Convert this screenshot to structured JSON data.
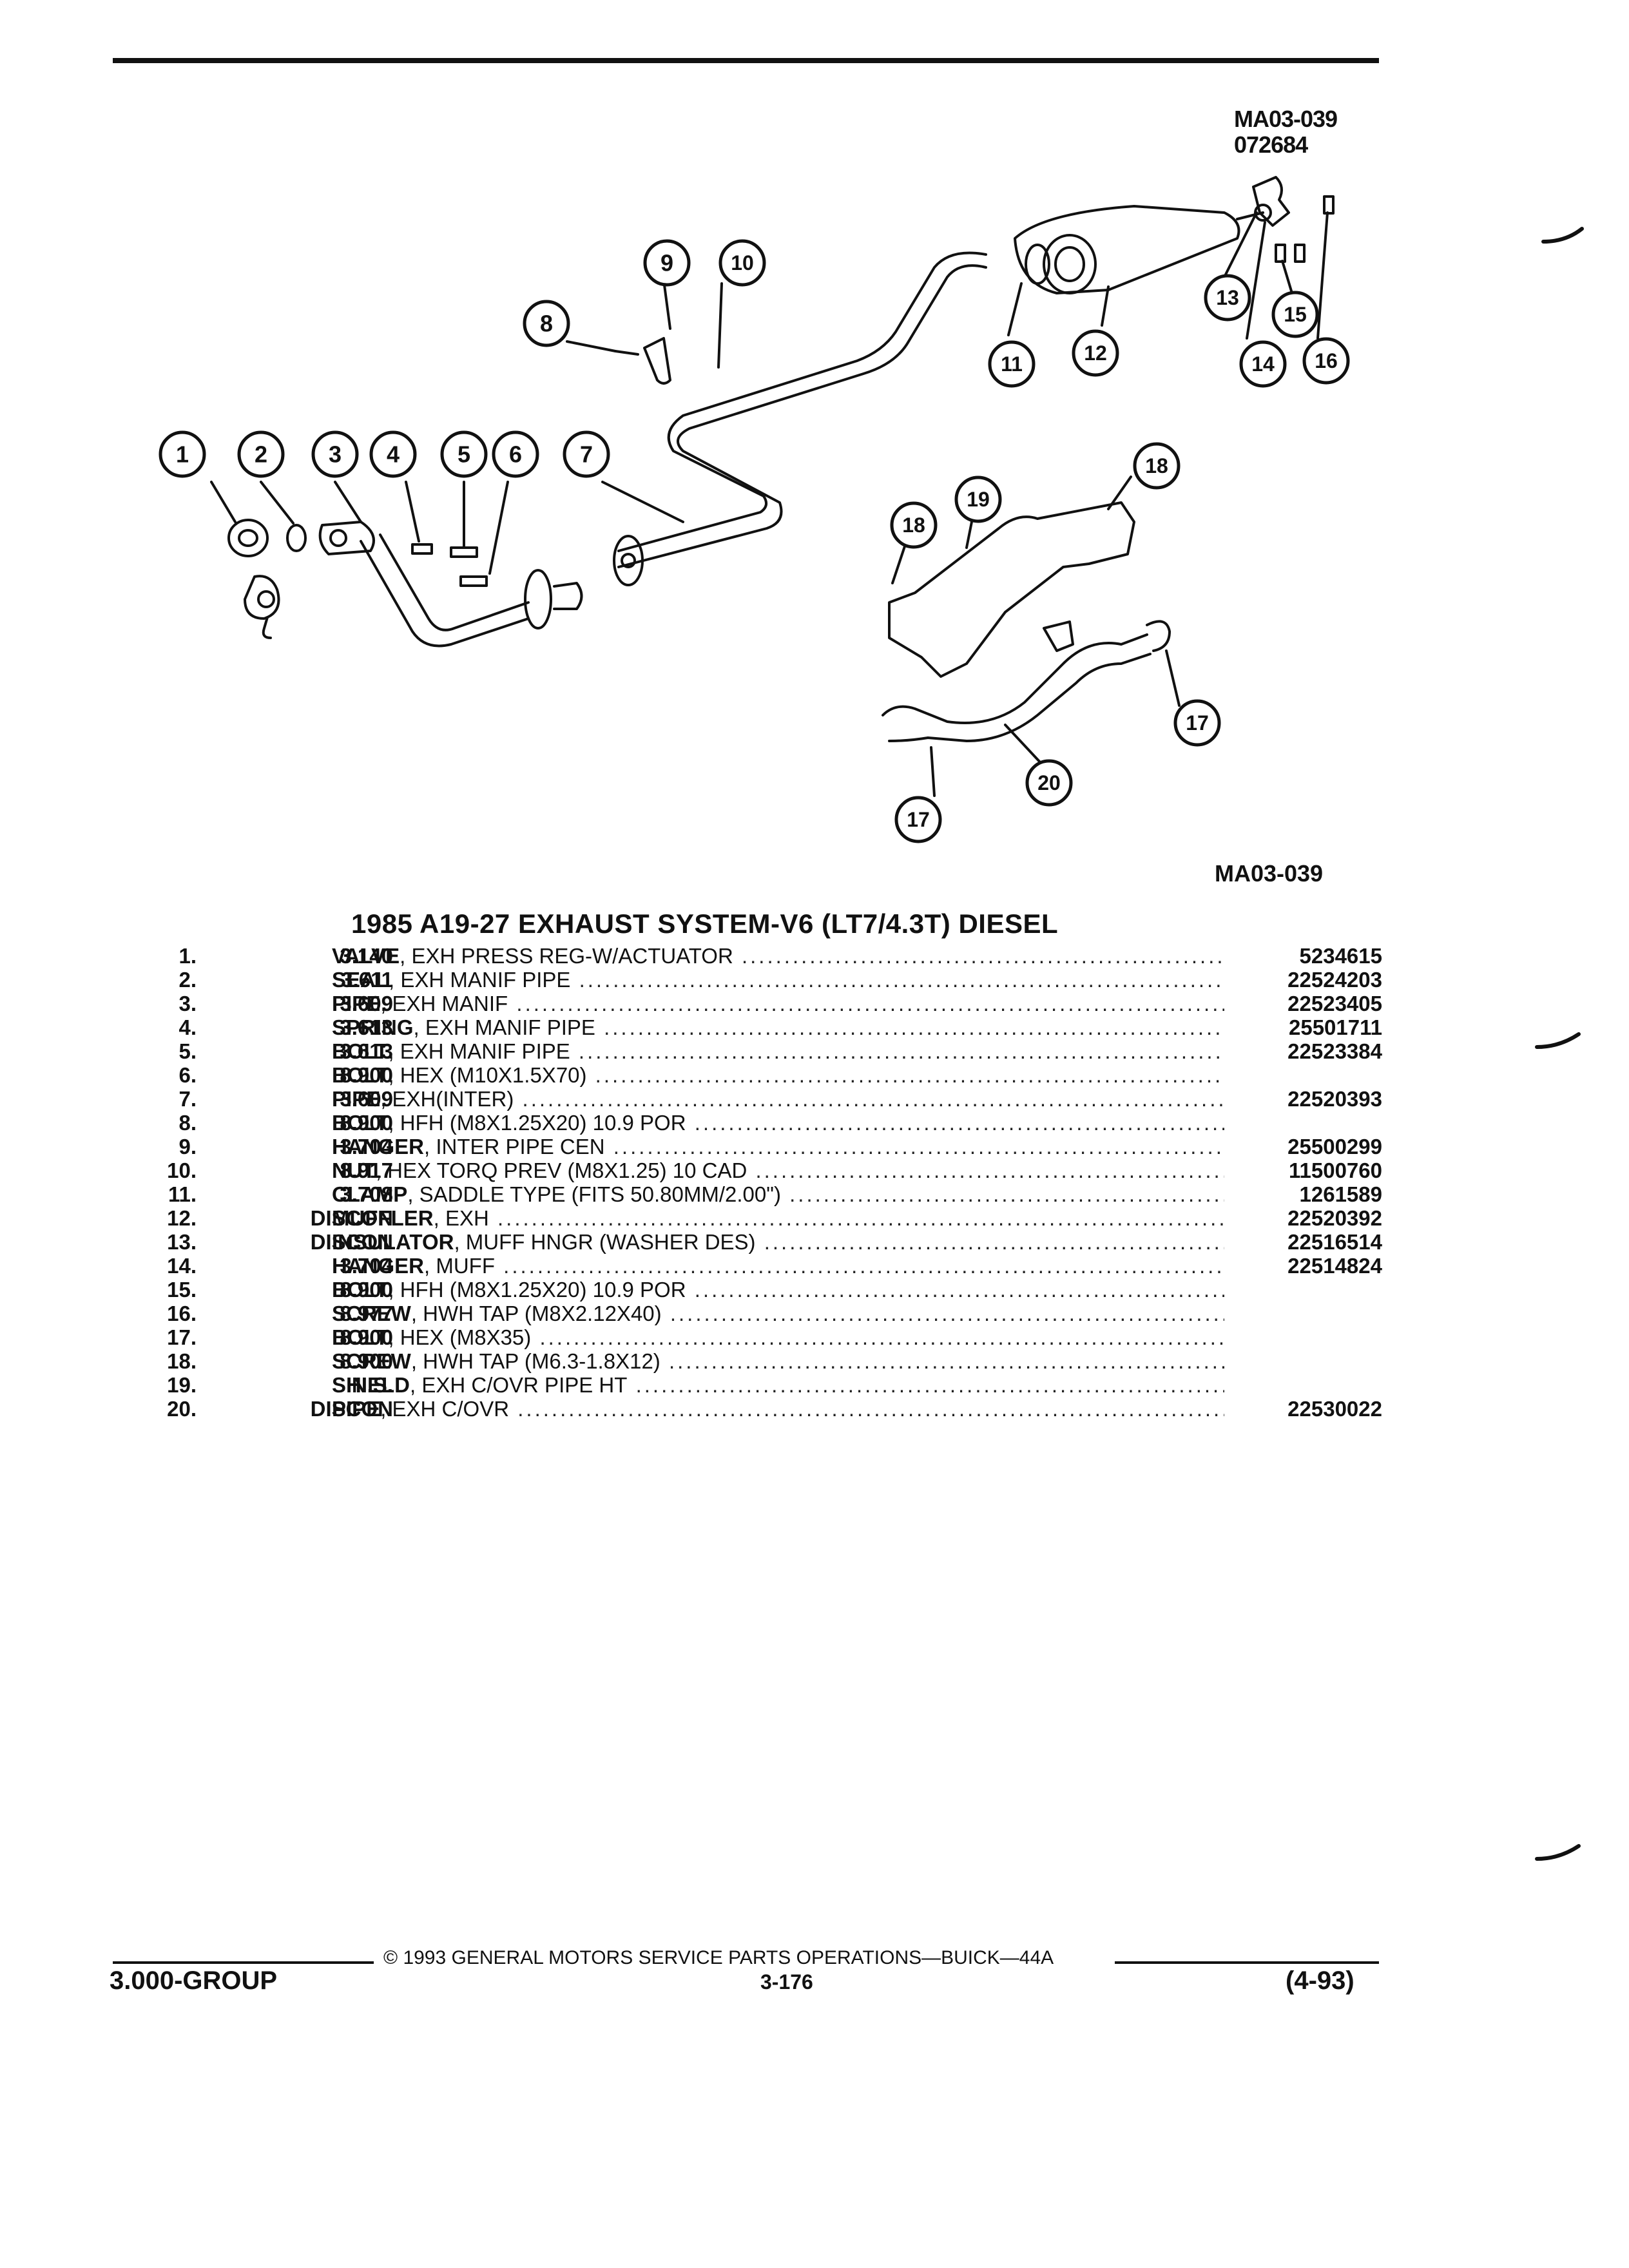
{
  "diagram": {
    "code_top": "MA03-039",
    "date_code": "072684",
    "code_bottom": "MA03-039",
    "callouts": [
      "1",
      "2",
      "3",
      "4",
      "5",
      "6",
      "7",
      "8",
      "9",
      "10",
      "11",
      "12",
      "13",
      "14",
      "15",
      "16",
      "17",
      "18",
      "19",
      "20"
    ]
  },
  "title": "1985 A19-27 EXHAUST SYSTEM-V6 (LT7/4.3T) DIESEL",
  "parts": [
    {
      "num": "1.",
      "code": "3.140",
      "name": "VALVE",
      "detail": ", EXH PRESS REG-W/ACTUATOR",
      "pn": "5234615"
    },
    {
      "num": "2.",
      "code": "3.611",
      "name": "SEAL",
      "detail": ", EXH MANIF PIPE",
      "pn": "22524203"
    },
    {
      "num": "3.",
      "code": "3.609",
      "name": "PIPE",
      "detail": ", EXH MANIF",
      "pn": "22523405"
    },
    {
      "num": "4.",
      "code": "3.613",
      "name": "SPRING",
      "detail": ", EXH MANIF PIPE",
      "pn": "25501711"
    },
    {
      "num": "5.",
      "code": "3.613",
      "name": "BOLT",
      "detail": ", EXH MANIF PIPE",
      "pn": "22523384"
    },
    {
      "num": "6.",
      "code": "8.900",
      "name": "BOLT",
      "detail": ", HEX (M10X1.5X70)",
      "pn": ""
    },
    {
      "num": "7.",
      "code": "3.609",
      "name": "PIPE",
      "detail": ", EXH(INTER)",
      "pn": "22520393"
    },
    {
      "num": "8.",
      "code": "8.900",
      "name": "BOLT",
      "detail": ", HFH (M8X1.25X20) 10.9 POR",
      "pn": ""
    },
    {
      "num": "9.",
      "code": "3.704",
      "name": "HANGER",
      "detail": ", INTER PIPE CEN",
      "pn": "25500299"
    },
    {
      "num": "10.",
      "code": "8.917",
      "name": "NUT",
      "detail": ", HEX TORQ PREV (M8X1.25) 10 CAD",
      "pn": "11500760"
    },
    {
      "num": "11.",
      "code": "3.708",
      "name": "CLAMP",
      "detail": ", SADDLE TYPE (FITS 50.80MM/2.00\")",
      "pn": "1261589"
    },
    {
      "num": "12.",
      "code": "DISCON",
      "name": "MUFFLER",
      "detail": ", EXH",
      "pn": "22520392"
    },
    {
      "num": "13.",
      "code": "DISCON",
      "name": "INSULATOR",
      "detail": ", MUFF HNGR (WASHER DES)",
      "pn": "22516514"
    },
    {
      "num": "14.",
      "code": "3.704",
      "name": "HANGER",
      "detail": ", MUFF",
      "pn": "22514824"
    },
    {
      "num": "15.",
      "code": "8.900",
      "name": "BOLT",
      "detail": ", HFH (M8X1.25X20) 10.9 POR",
      "pn": ""
    },
    {
      "num": "16.",
      "code": "8.977",
      "name": "SCREW",
      "detail": ", HWH TAP (M8X2.12X40)",
      "pn": ""
    },
    {
      "num": "17.",
      "code": "8.900",
      "name": "BOLT",
      "detail": ", HEX (M8X35)",
      "pn": ""
    },
    {
      "num": "18.",
      "code": "8.900",
      "name": "SCREW",
      "detail": ", HWH TAP (M6.3-1.8X12)",
      "pn": ""
    },
    {
      "num": "19.",
      "code": "N.S.",
      "name": "SHIELD",
      "detail": ", EXH C/OVR PIPE HT",
      "pn": ""
    },
    {
      "num": "20.",
      "code": "DISCON",
      "name": "PIPE",
      "detail": ", EXH C/OVR",
      "pn": "22530022"
    }
  ],
  "footer": {
    "copyright": "© 1993 GENERAL MOTORS SERVICE PARTS OPERATIONS—BUICK—44A",
    "group": "3.000-GROUP",
    "page": "3-176",
    "date": "(4-93)"
  }
}
